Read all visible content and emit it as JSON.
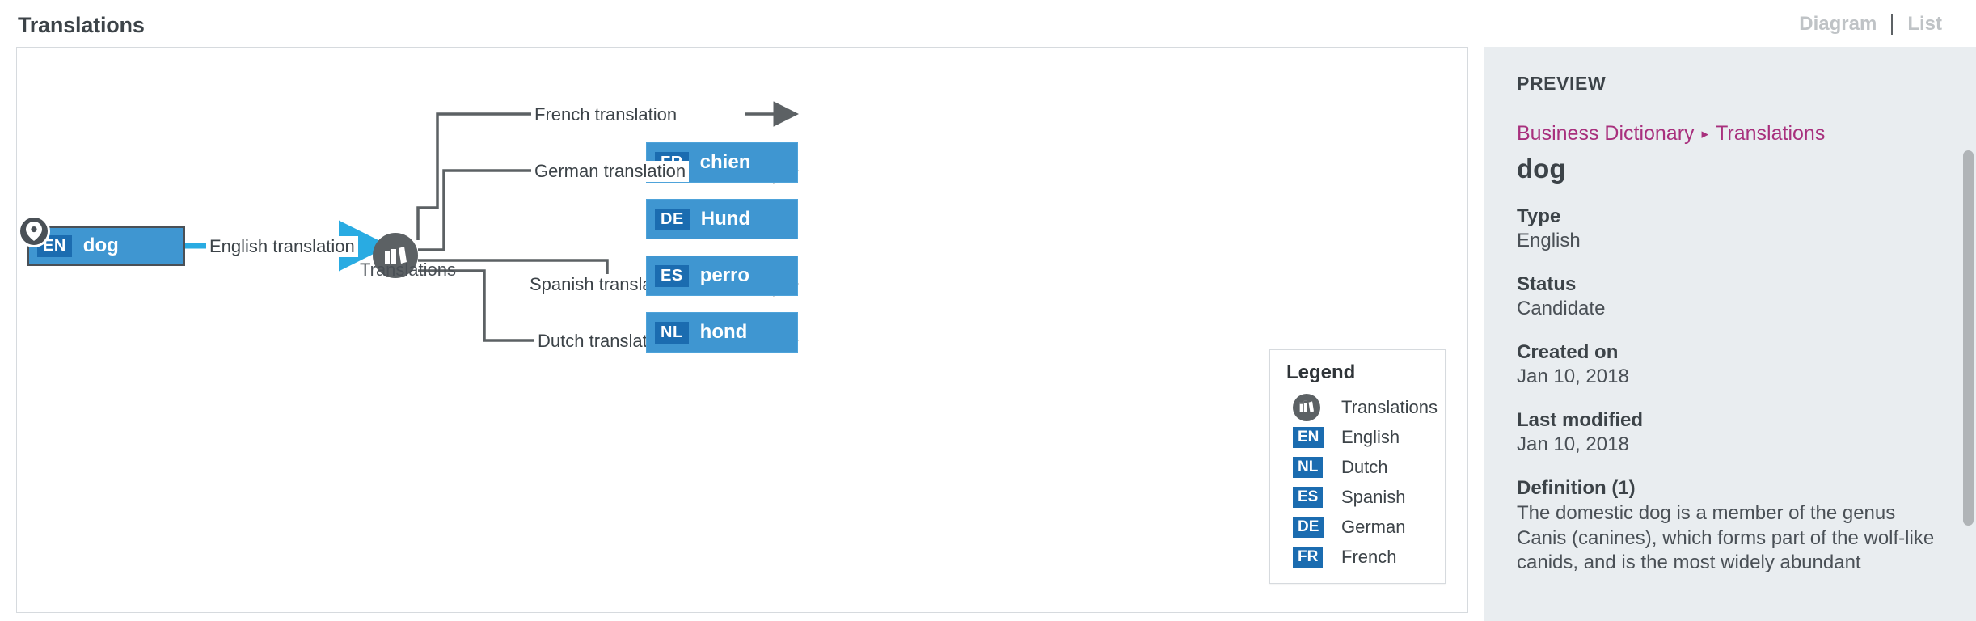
{
  "header": {
    "title": "Translations",
    "tabs": [
      {
        "label": "Diagram",
        "name": "tab-diagram"
      },
      {
        "label": "List",
        "name": "tab-list"
      }
    ]
  },
  "diagram": {
    "source_node": {
      "badge": "EN",
      "term": "dog",
      "selected": true,
      "pin_icon": "location-pin-icon"
    },
    "hub": {
      "label": "Translations",
      "icon": "books-icon"
    },
    "source_edge_label": "English translation",
    "edges": [
      {
        "label": "French translation",
        "badge": "FR",
        "term": "chien"
      },
      {
        "label": "German translation",
        "badge": "DE",
        "term": "Hund"
      },
      {
        "label": "Spanish translation",
        "badge": "ES",
        "term": "perro"
      },
      {
        "label": "Dutch translation",
        "badge": "NL",
        "term": "hond"
      }
    ],
    "legend": {
      "title": "Legend",
      "items": [
        {
          "swatch": "circle",
          "code": "",
          "label": "Translations"
        },
        {
          "swatch": "badge",
          "code": "EN",
          "label": "English"
        },
        {
          "swatch": "badge",
          "code": "NL",
          "label": "Dutch"
        },
        {
          "swatch": "badge",
          "code": "ES",
          "label": "Spanish"
        },
        {
          "swatch": "badge",
          "code": "DE",
          "label": "German"
        },
        {
          "swatch": "badge",
          "code": "FR",
          "label": "French"
        }
      ]
    }
  },
  "preview": {
    "heading": "PREVIEW",
    "breadcrumb": {
      "parent": "Business Dictionary",
      "separator": "▸",
      "current": "Translations"
    },
    "entry_title": "dog",
    "fields": [
      {
        "label": "Type",
        "value": "English"
      },
      {
        "label": "Status",
        "value": "Candidate"
      },
      {
        "label": "Created on",
        "value": "Jan 10, 2018"
      },
      {
        "label": "Last modified",
        "value": "Jan 10, 2018"
      }
    ],
    "definition": {
      "label": "Definition (1)",
      "text": "The domestic dog is a member of the genus Canis (canines), which forms part of the wolf-like canids, and is the most widely abundant"
    }
  },
  "colors": {
    "node_fill": "#3F96D1",
    "badge_fill": "#1B6CB0",
    "accent_edge": "#29ABE2",
    "hub_fill": "#5C6164",
    "breadcrumb_link": "#A8307D",
    "panel_bg": "#E9EDF0"
  }
}
